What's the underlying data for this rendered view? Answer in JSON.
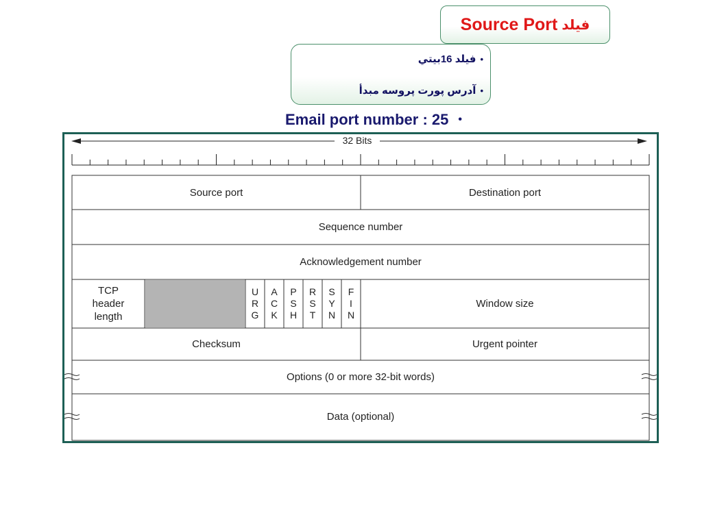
{
  "title": {
    "ar": "فيلد",
    "en": "Source Port"
  },
  "bullets": [
    "فيلد 16بيتي",
    "آدرس پورت پروسه مبدأ"
  ],
  "email_line": "Email port number : 25",
  "bullet_char": "•",
  "diagram": {
    "bits_label": "32 Bits",
    "source_port": "Source port",
    "destination_port": "Destination port",
    "sequence_number": "Sequence number",
    "ack_number": "Acknowledgement number",
    "tcp_header_length": [
      "TCP",
      "header",
      "length"
    ],
    "flags": [
      [
        "U",
        "R",
        "G"
      ],
      [
        "A",
        "C",
        "K"
      ],
      [
        "P",
        "S",
        "H"
      ],
      [
        "R",
        "S",
        "T"
      ],
      [
        "S",
        "Y",
        "N"
      ],
      [
        "F",
        "I",
        "N"
      ]
    ],
    "window_size": "Window size",
    "checksum": "Checksum",
    "urgent_pointer": "Urgent pointer",
    "options": "Options (0 or more 32-bit words)",
    "data": "Data (optional)"
  },
  "colors": {
    "title_red": "#e01818",
    "bullet_navy": "#101060",
    "frame_teal": "#1d5f55",
    "reserved_gray": "#b4b4b4"
  }
}
